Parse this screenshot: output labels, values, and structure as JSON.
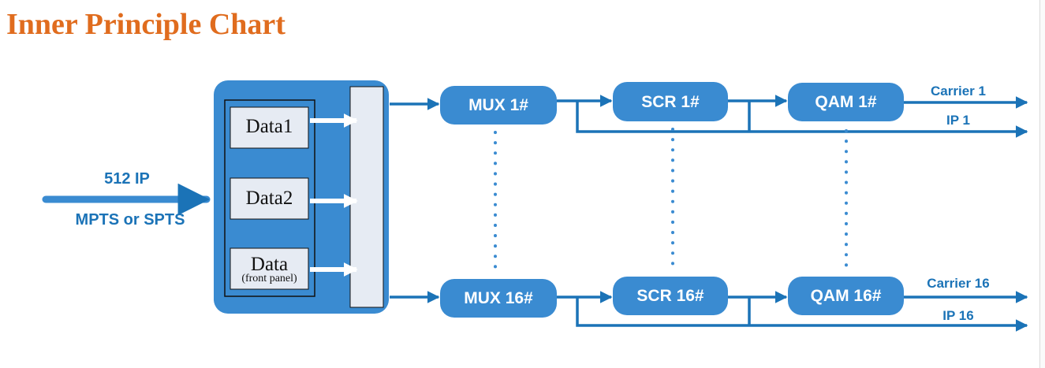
{
  "page_title": "Inner Principle Chart",
  "input": {
    "top_label": "512 IP",
    "bottom_label": "MPTS or SPTS"
  },
  "data_blocks": [
    {
      "label": "Data1"
    },
    {
      "label": "Data2"
    },
    {
      "label": "Data",
      "sublabel": "(front panel)"
    }
  ],
  "channels": [
    {
      "mux": "MUX 1#",
      "scr": "SCR 1#",
      "qam": "QAM 1#",
      "carrier": "Carrier 1",
      "ip": "IP 1"
    },
    {
      "mux": "MUX 16#",
      "scr": "SCR 16#",
      "qam": "QAM 16#",
      "carrier": "Carrier 16",
      "ip": "IP 16"
    }
  ],
  "colors": {
    "title": "#e06c1e",
    "primary_blue": "#1b73b7",
    "node_blue": "#3a8bd1",
    "panel_fill": "#e8eef7"
  }
}
